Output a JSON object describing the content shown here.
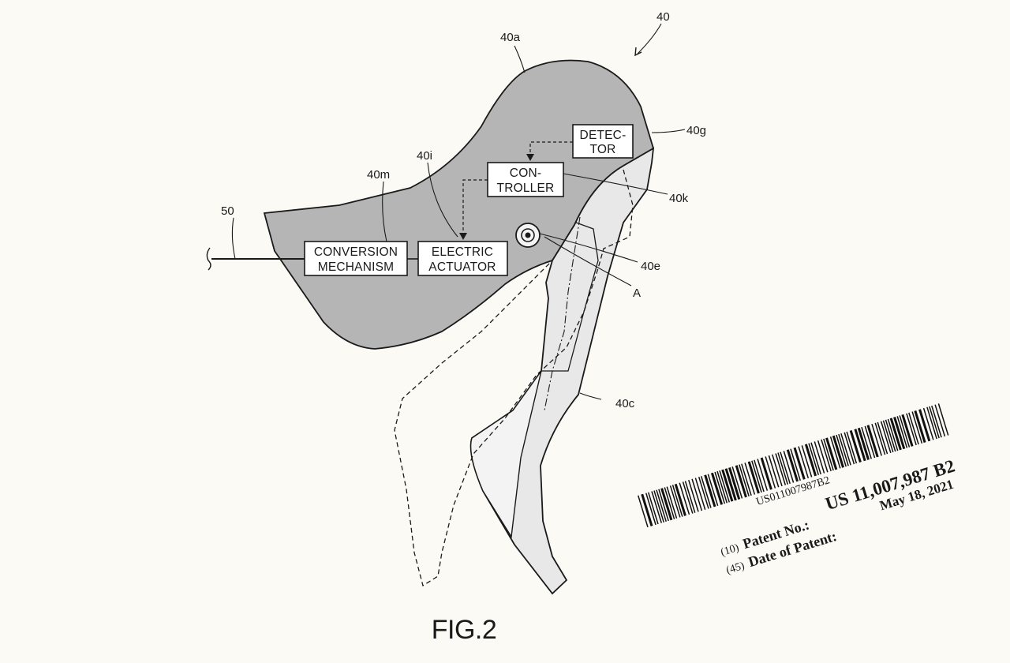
{
  "figure": {
    "title": "FIG.2",
    "ref_main": "40",
    "ref_housing": "40a",
    "ref_lever": "40c",
    "ref_pivot": "40e",
    "ref_detector": "40g",
    "ref_actuator": "40i",
    "ref_controller": "40k",
    "ref_conversion": "40m",
    "ref_cable": "50",
    "ref_axis": "A"
  },
  "boxes": {
    "detector": [
      "DETEC-",
      "TOR"
    ],
    "controller": [
      "CON-",
      "TROLLER"
    ],
    "actuator": [
      "ELECTRIC",
      "ACTUATOR"
    ],
    "conversion": [
      "CONVERSION",
      "MECHANISM"
    ]
  },
  "patent": {
    "barcode_text": "US011007987B2",
    "number_code": "(10)",
    "number_label": "Patent No.:",
    "number_value": "US 11,007,987 B2",
    "date_code": "(45)",
    "date_label": "Date of Patent:",
    "date_value": "May 18, 2021"
  },
  "colors": {
    "housing_fill": "#b5b5b5",
    "lever_fill": "#e8e8e8",
    "lever_inner_fill": "#f3f3f3",
    "ink": "#1a1a1a",
    "paper": "#fbfaf5"
  }
}
